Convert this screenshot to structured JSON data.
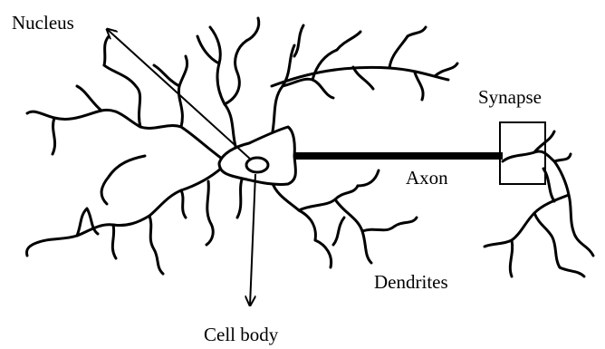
{
  "labels": {
    "nucleus": "Nucleus",
    "synapse": "Synapse",
    "axon": "Axon",
    "dendrites": "Dendrites",
    "cell_body": "Cell body"
  },
  "colors": {
    "ink": "#000000",
    "background": "#ffffff"
  }
}
